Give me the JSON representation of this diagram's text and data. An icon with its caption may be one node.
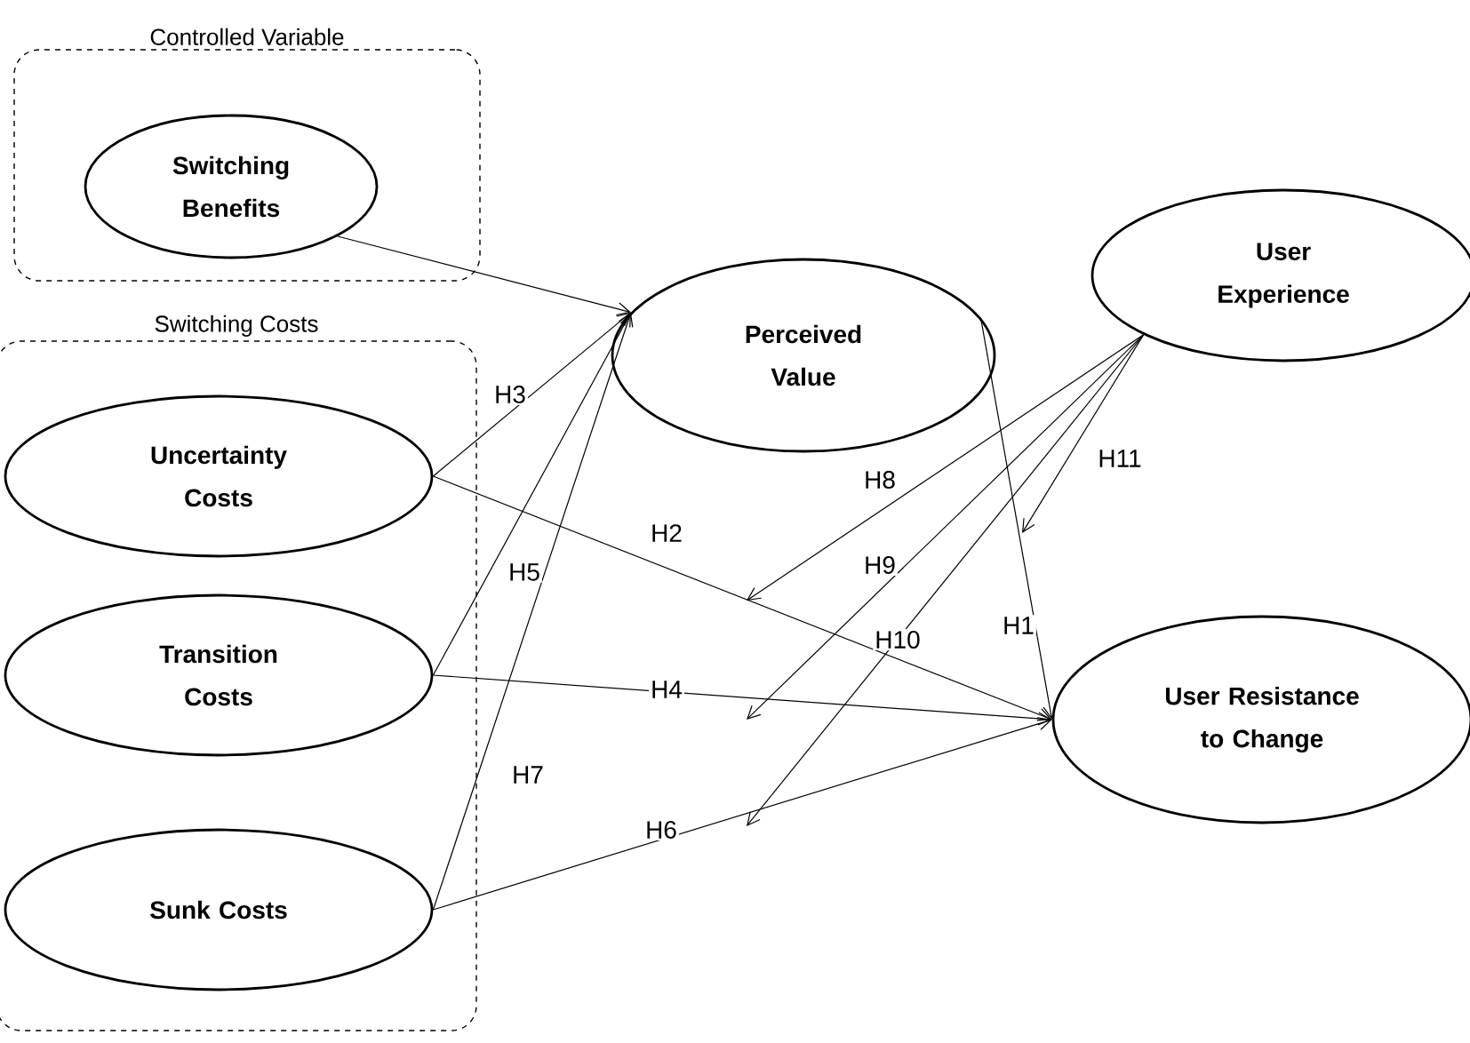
{
  "diagram": {
    "nodes": [
      {
        "text": [
          "Controlled Variable"
        ]
      },
      {
        "text": [
          "Switching Benefits"
        ],
        "in": 0
      },
      {
        "text": [
          "Switching Costs"
        ]
      },
      {
        "text": [
          "Uncertainty Costs"
        ],
        "in": 2
      },
      {
        "text": [
          "Transition Costs"
        ],
        "in": 2
      },
      {
        "text": [
          "Sunk Costs"
        ],
        "in": 2
      },
      {
        "text": [
          "Perceived Value"
        ]
      },
      {
        "text": [
          "User Experience"
        ]
      },
      {
        "text": [
          "User Resistance to Change"
        ]
      }
    ],
    "edges": [
      {
        "from": 1,
        "to": 6,
        "arrow": "to"
      },
      {
        "from": 3,
        "to": 6,
        "arrow": "to",
        "label": "H3"
      },
      {
        "from": 3,
        "to": 8,
        "arrow": "to",
        "label": "H2"
      },
      {
        "from": 4,
        "to": 6,
        "arrow": "to",
        "label": "H5"
      },
      {
        "from": 4,
        "to": 8,
        "arrow": "to",
        "label": "H4"
      },
      {
        "from": 5,
        "to": 6,
        "arrow": "to",
        "label": "H7"
      },
      {
        "from": 5,
        "to": 8,
        "arrow": "to",
        "label": "H6"
      },
      {
        "from": 6,
        "to": 8,
        "arrow": "to",
        "label": "H1"
      },
      {
        "from": 7,
        "to": null,
        "arrow": "to",
        "label": "H8"
      },
      {
        "from": 7,
        "to": null,
        "arrow": "to",
        "label": "H9"
      },
      {
        "from": 7,
        "to": null,
        "arrow": "to",
        "label": "H10"
      },
      {
        "from": 7,
        "to": null,
        "arrow": "to",
        "label": "H11"
      }
    ]
  }
}
